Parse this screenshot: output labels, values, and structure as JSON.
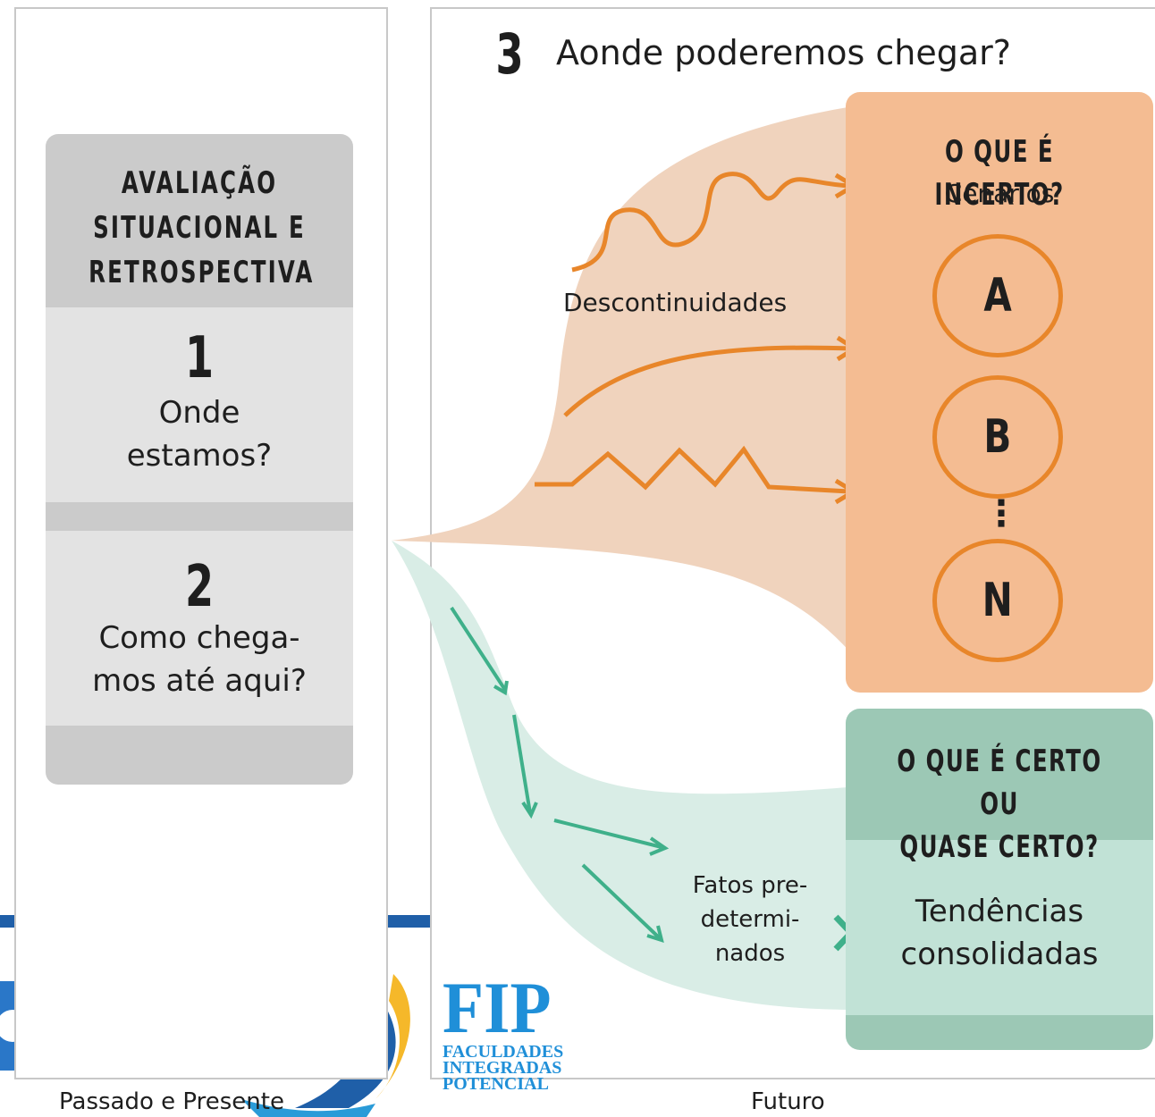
{
  "left_panel": {
    "heading": [
      "AVALIAÇÃO",
      "SITUACIONAL E",
      "RETROSPECTIVA"
    ],
    "step1": {
      "number": "1",
      "lines": [
        "Onde",
        "estamos?"
      ]
    },
    "step2": {
      "number": "2",
      "lines": [
        "Como chega-",
        "mos até aqui?"
      ]
    },
    "footer_label": "Passado e Presente"
  },
  "right_panel": {
    "step3": {
      "number": "3",
      "title": "Aonde poderemos chegar?"
    },
    "discontinuities_label": "Descontinuidades",
    "uncertain": {
      "heading": "O QUE É INCERTO?",
      "subtitle": "Cenários",
      "scenarios": [
        "A",
        "B",
        "N"
      ],
      "ellipsis": "⋮"
    },
    "certain": {
      "heading": [
        "O QUE É CERTO OU",
        "QUASE CERTO?"
      ],
      "body": [
        "Tendências",
        "consolidadas"
      ]
    },
    "facts_label": [
      "Fatos pre-",
      "determi-",
      "nados"
    ],
    "footer_label": "Futuro"
  },
  "logo": {
    "big": "FIP",
    "lines": [
      "FACULDADES",
      "INTEGRADAS",
      "POTENCIAL"
    ]
  },
  "colors": {
    "orange": "#f4bc92",
    "orange_stroke": "#e8862a",
    "green": "#9cc8b5",
    "green_light": "#c1e2d6",
    "gray": "#cbcbcb",
    "blue": "#1f5fa8"
  }
}
